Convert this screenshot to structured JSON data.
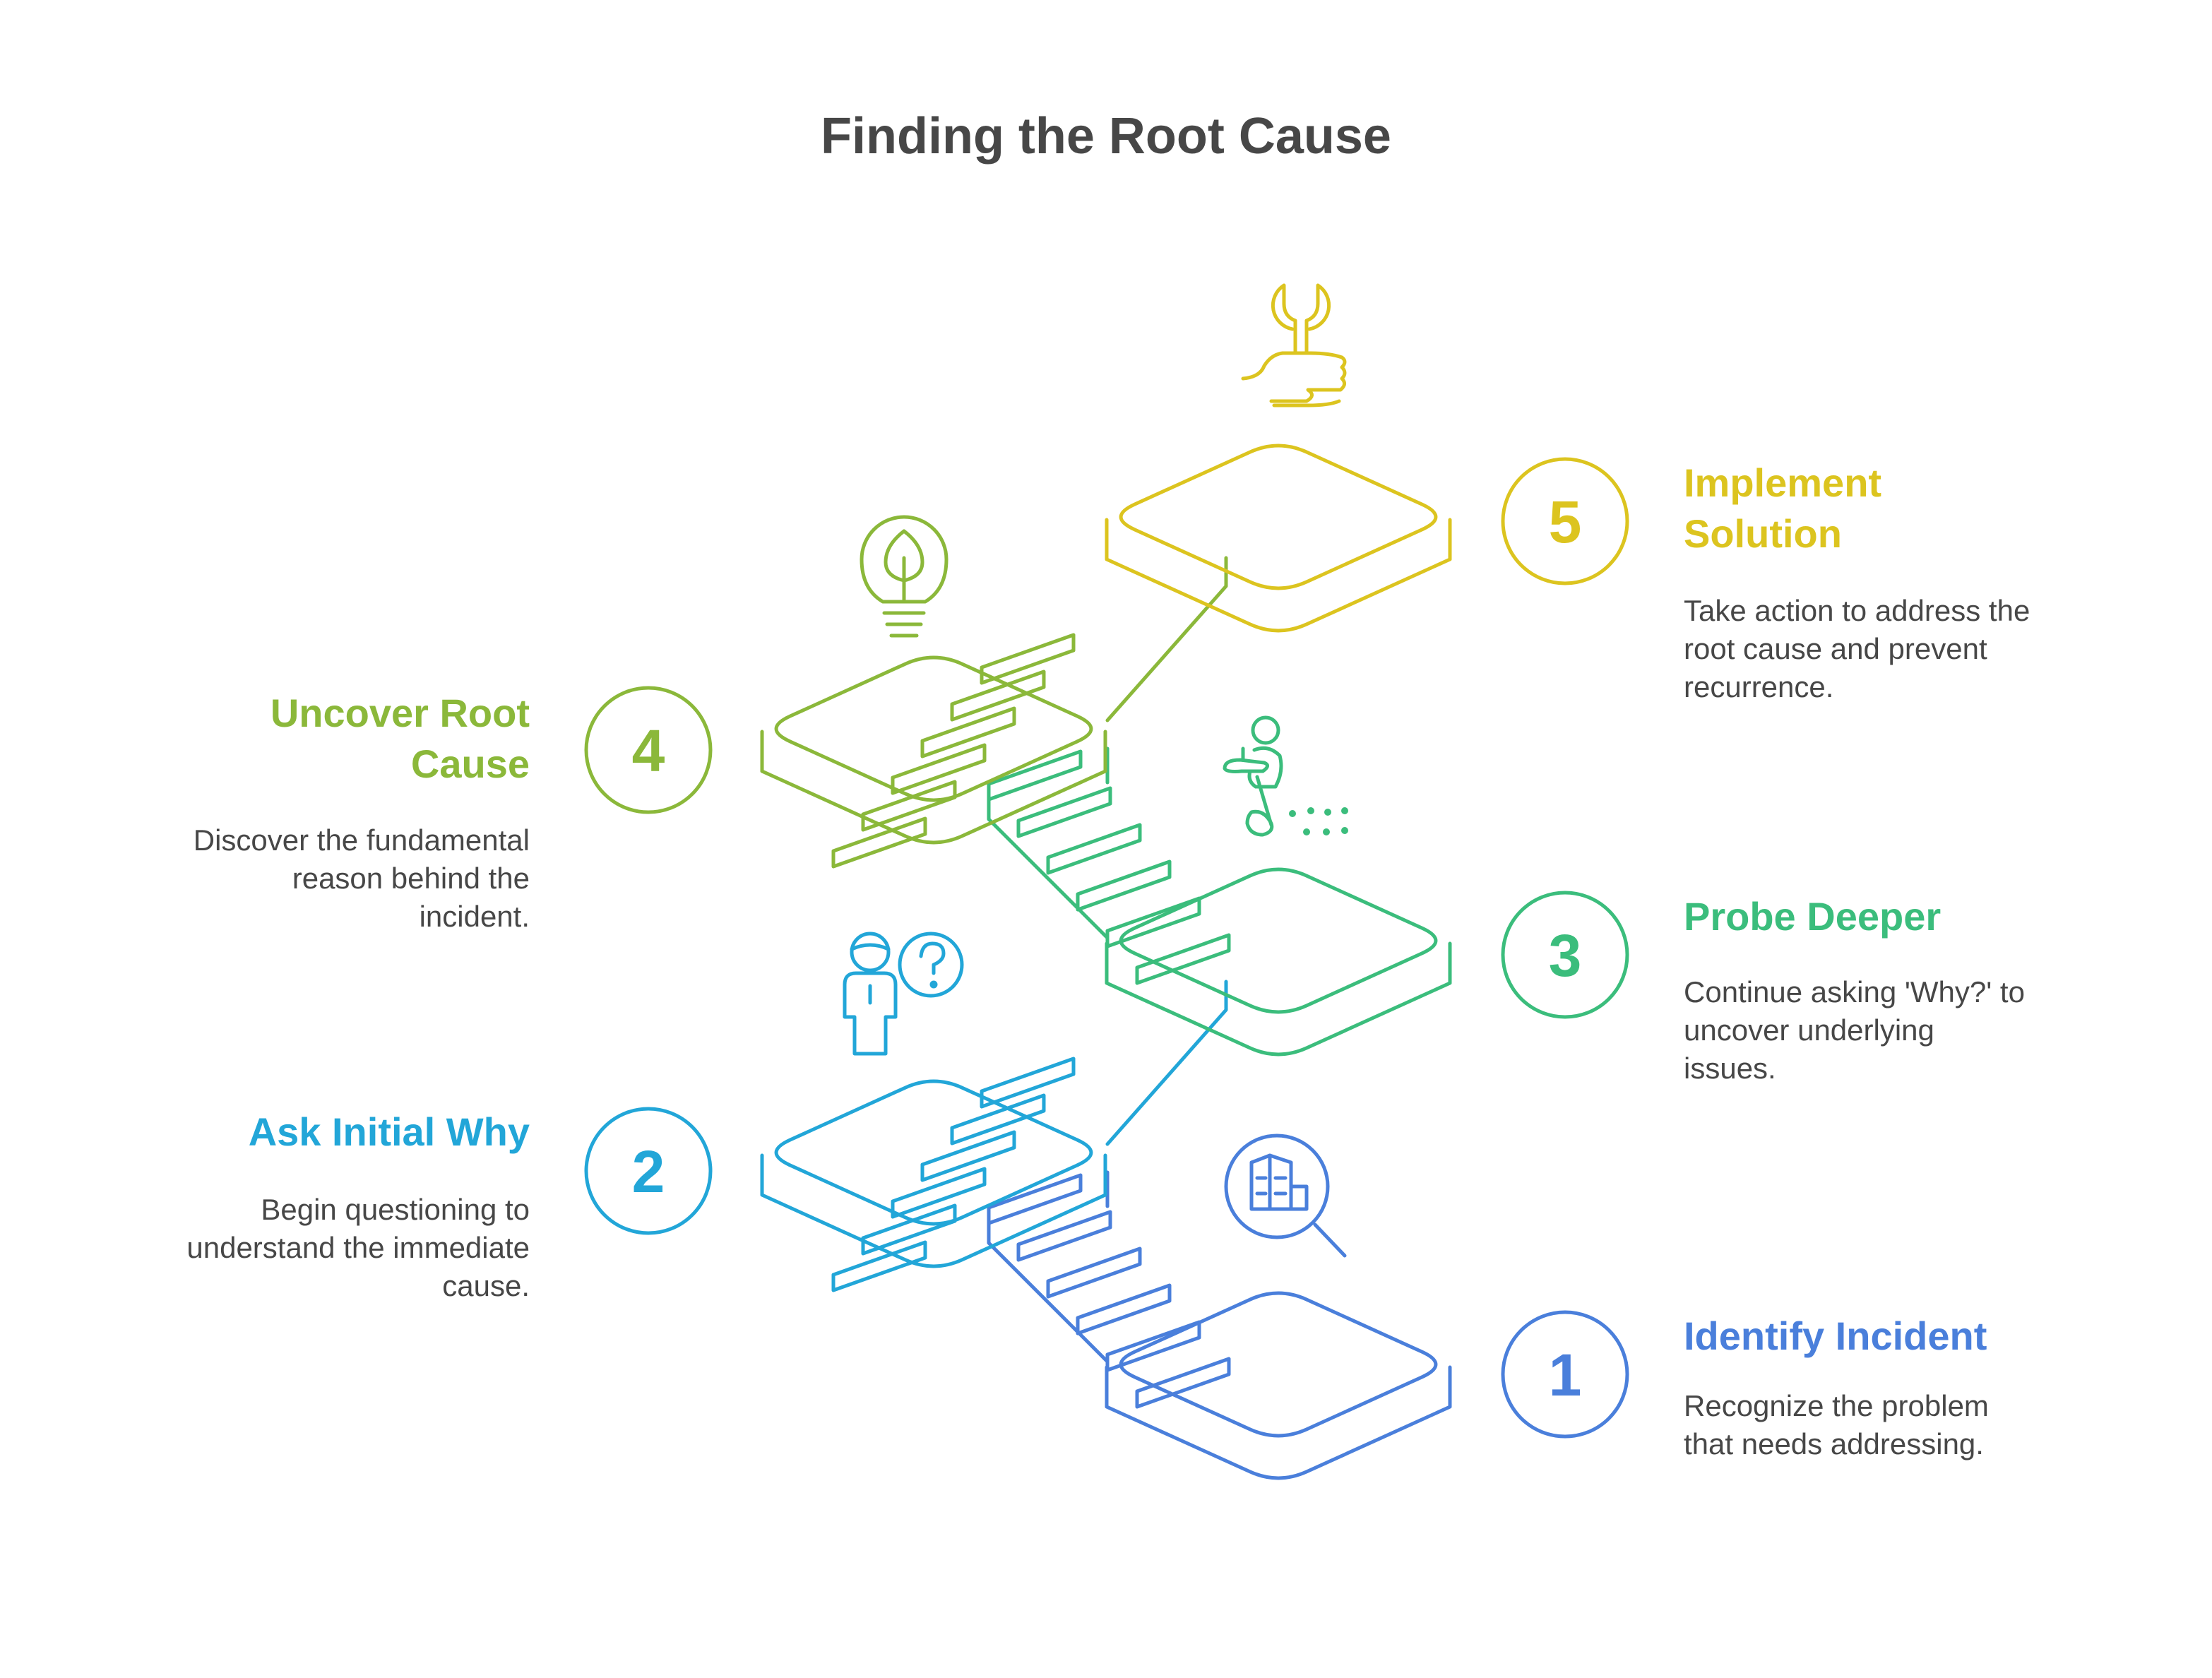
{
  "title": "Finding the Root Cause",
  "colors": {
    "step1": "#4a7fdb",
    "step2": "#22a6d8",
    "step3": "#3bbd7c",
    "step4": "#8bb83a",
    "step5": "#dcc41f",
    "text": "#474747"
  },
  "steps": [
    {
      "number": "1",
      "title_lines": [
        "Identify Incident"
      ],
      "description_lines": [
        "Recognize the problem",
        "that needs addressing."
      ],
      "icon": "document-magnifier-icon"
    },
    {
      "number": "2",
      "title_lines": [
        "Ask Initial Why"
      ],
      "description_lines": [
        "Begin questioning to",
        "understand the immediate",
        "cause."
      ],
      "icon": "person-question-icon"
    },
    {
      "number": "3",
      "title_lines": [
        "Probe Deeper"
      ],
      "description_lines": [
        "Continue asking 'Why?' to",
        "uncover underlying",
        "issues."
      ],
      "icon": "digging-person-icon"
    },
    {
      "number": "4",
      "title_lines": [
        "Uncover Root",
        "Cause"
      ],
      "description_lines": [
        "Discover the fundamental",
        "reason behind the",
        "incident."
      ],
      "icon": "lightbulb-leaf-icon"
    },
    {
      "number": "5",
      "title_lines": [
        "Implement",
        "Solution"
      ],
      "description_lines": [
        "Take action to address the",
        "root cause and prevent",
        "recurrence."
      ],
      "icon": "hand-wrench-icon"
    }
  ]
}
